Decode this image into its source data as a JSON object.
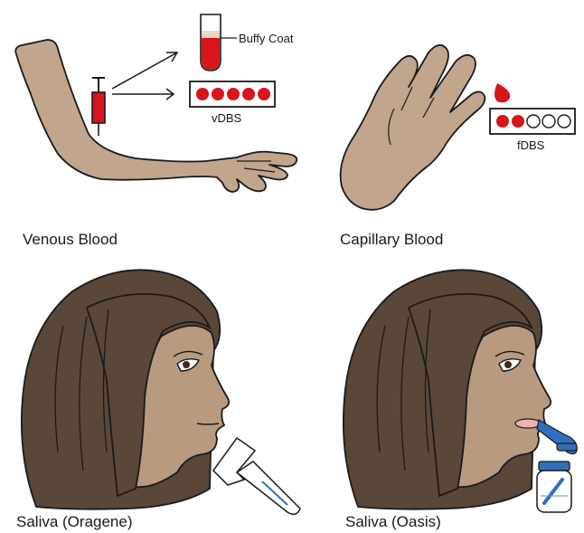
{
  "labels": {
    "buffy_coat": "Buffy Coat",
    "vdbs": "vDBS",
    "fdbs": "fDBS",
    "venous": "Venous Blood",
    "capillary": "Capillary Blood",
    "saliva_oragene": "Saliva (Oragene)",
    "saliva_oasis": "Saliva (Oasis)"
  },
  "colors": {
    "skin": "#c2a58d",
    "hair": "#594739",
    "blood": "#d8141c",
    "outline": "#1a1a1a",
    "swab_blue": "#2f6fbd"
  },
  "spots": {
    "vdbs_filled": 5,
    "vdbs_total": 5,
    "fdbs_filled": 2,
    "fdbs_total": 5
  }
}
